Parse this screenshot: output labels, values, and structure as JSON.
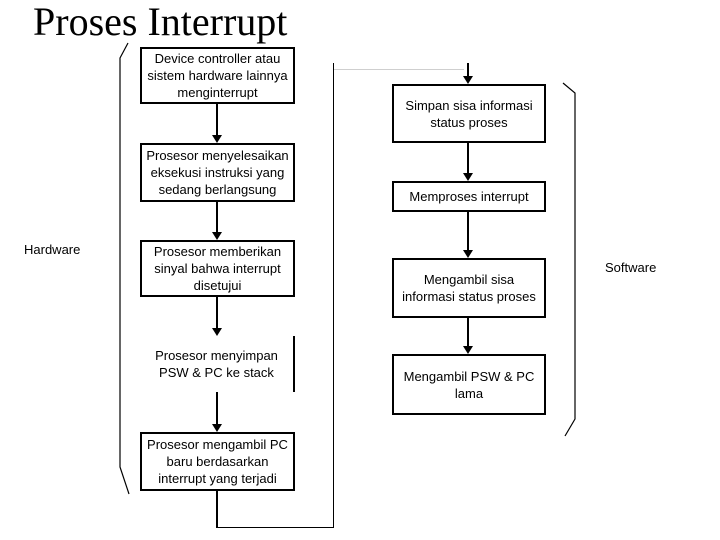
{
  "title": "Proses Interrupt",
  "labels": {
    "left": "Hardware",
    "right": "Software"
  },
  "hardware_flow": {
    "boxes": [
      "Device controller atau\nsistem hardware lainnya\nmenginterrupt",
      "Prosesor menyelesaikan\neksekusi instruksi yang\nsedang berlangsung",
      "Prosesor memberikan\nsinyal bahwa interrupt\ndisetujui",
      "Prosesor menyimpan\nPSW & PC ke stack",
      "Prosesor mengambil PC\nbaru berdasarkan\ninterrupt yang terjadi"
    ]
  },
  "software_flow": {
    "boxes": [
      "Simpan sisa informasi\nstatus proses",
      "Memproses interrupt",
      "Mengambil sisa\ninformasi status proses",
      "Mengambil PSW & PC\nlama"
    ]
  },
  "colors": {
    "background": "#ffffff",
    "line": "#000000",
    "text": "#000000",
    "faint_connector": "#cfcfcf"
  }
}
